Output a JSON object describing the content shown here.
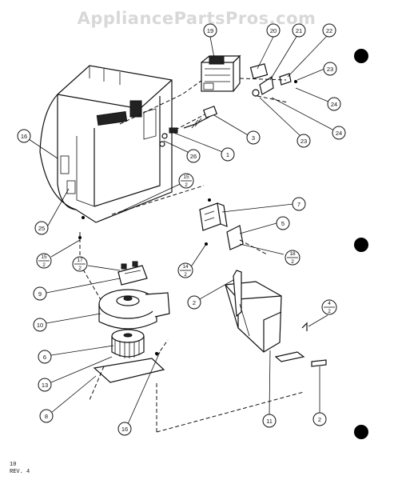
{
  "watermark": "AppliancePartsPros.com",
  "footer": {
    "page": "10",
    "revision": "REV. 4"
  },
  "callouts": [
    {
      "id": "c19",
      "label": "19"
    },
    {
      "id": "c20",
      "label": "20"
    },
    {
      "id": "c21",
      "label": "21"
    },
    {
      "id": "c22",
      "label": "22"
    },
    {
      "id": "c23a",
      "label": "23"
    },
    {
      "id": "c24a",
      "label": "24"
    },
    {
      "id": "c24b",
      "label": "24"
    },
    {
      "id": "c23b",
      "label": "23"
    },
    {
      "id": "c3",
      "label": "3"
    },
    {
      "id": "c1",
      "label": "1"
    },
    {
      "id": "c26",
      "label": "26"
    },
    {
      "id": "c16a",
      "label": "16"
    },
    {
      "id": "c25",
      "label": "25"
    },
    {
      "id": "c7",
      "label": "7"
    },
    {
      "id": "c5",
      "label": "5"
    },
    {
      "id": "c9",
      "label": "9"
    },
    {
      "id": "c10",
      "label": "10"
    },
    {
      "id": "c2a",
      "label": "2"
    },
    {
      "id": "c6",
      "label": "6"
    },
    {
      "id": "c13",
      "label": "13"
    },
    {
      "id": "c8",
      "label": "8"
    },
    {
      "id": "c16b",
      "label": "16"
    },
    {
      "id": "c11",
      "label": "11"
    },
    {
      "id": "c2b",
      "label": "2"
    }
  ],
  "fractions": [
    {
      "id": "f15a",
      "num": "15",
      "den": "2"
    },
    {
      "id": "f15b",
      "num": "15",
      "den": "2"
    },
    {
      "id": "f17",
      "num": "17",
      "den": "2"
    },
    {
      "id": "f14",
      "num": "14",
      "den": "2"
    },
    {
      "id": "f18",
      "num": "18",
      "den": "2"
    },
    {
      "id": "f4",
      "num": "4",
      "den": "2"
    }
  ]
}
